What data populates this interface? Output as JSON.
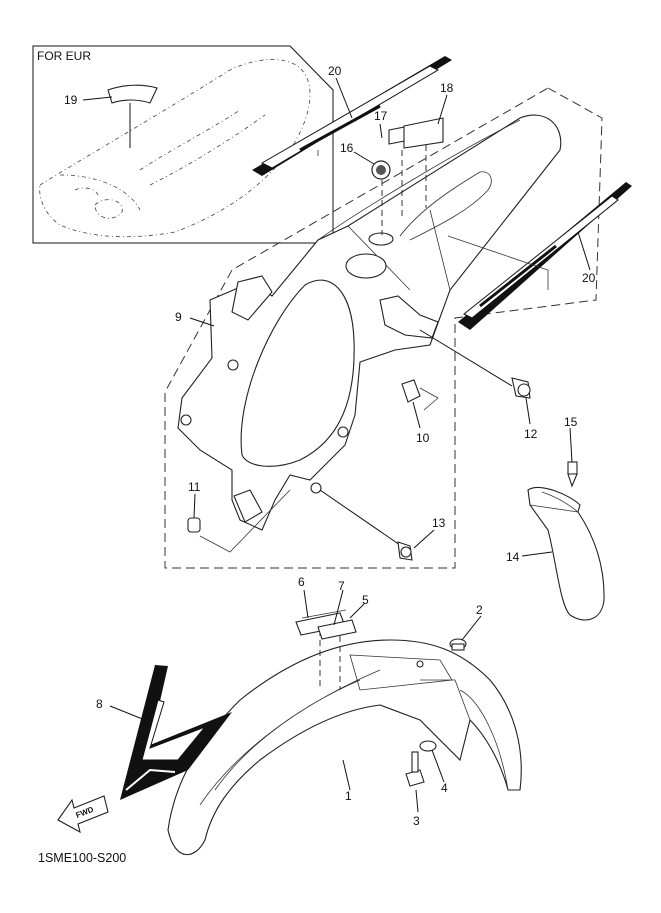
{
  "diagram": {
    "inset_title": "FOR EUR",
    "diagram_code": "1SME100-S200",
    "fwd_label": "FWD",
    "callouts": [
      "1",
      "2",
      "3",
      "4",
      "5",
      "6",
      "7",
      "8",
      "9",
      "10",
      "11",
      "12",
      "13",
      "14",
      "15",
      "16",
      "17",
      "18",
      "19",
      "20",
      "20"
    ]
  }
}
